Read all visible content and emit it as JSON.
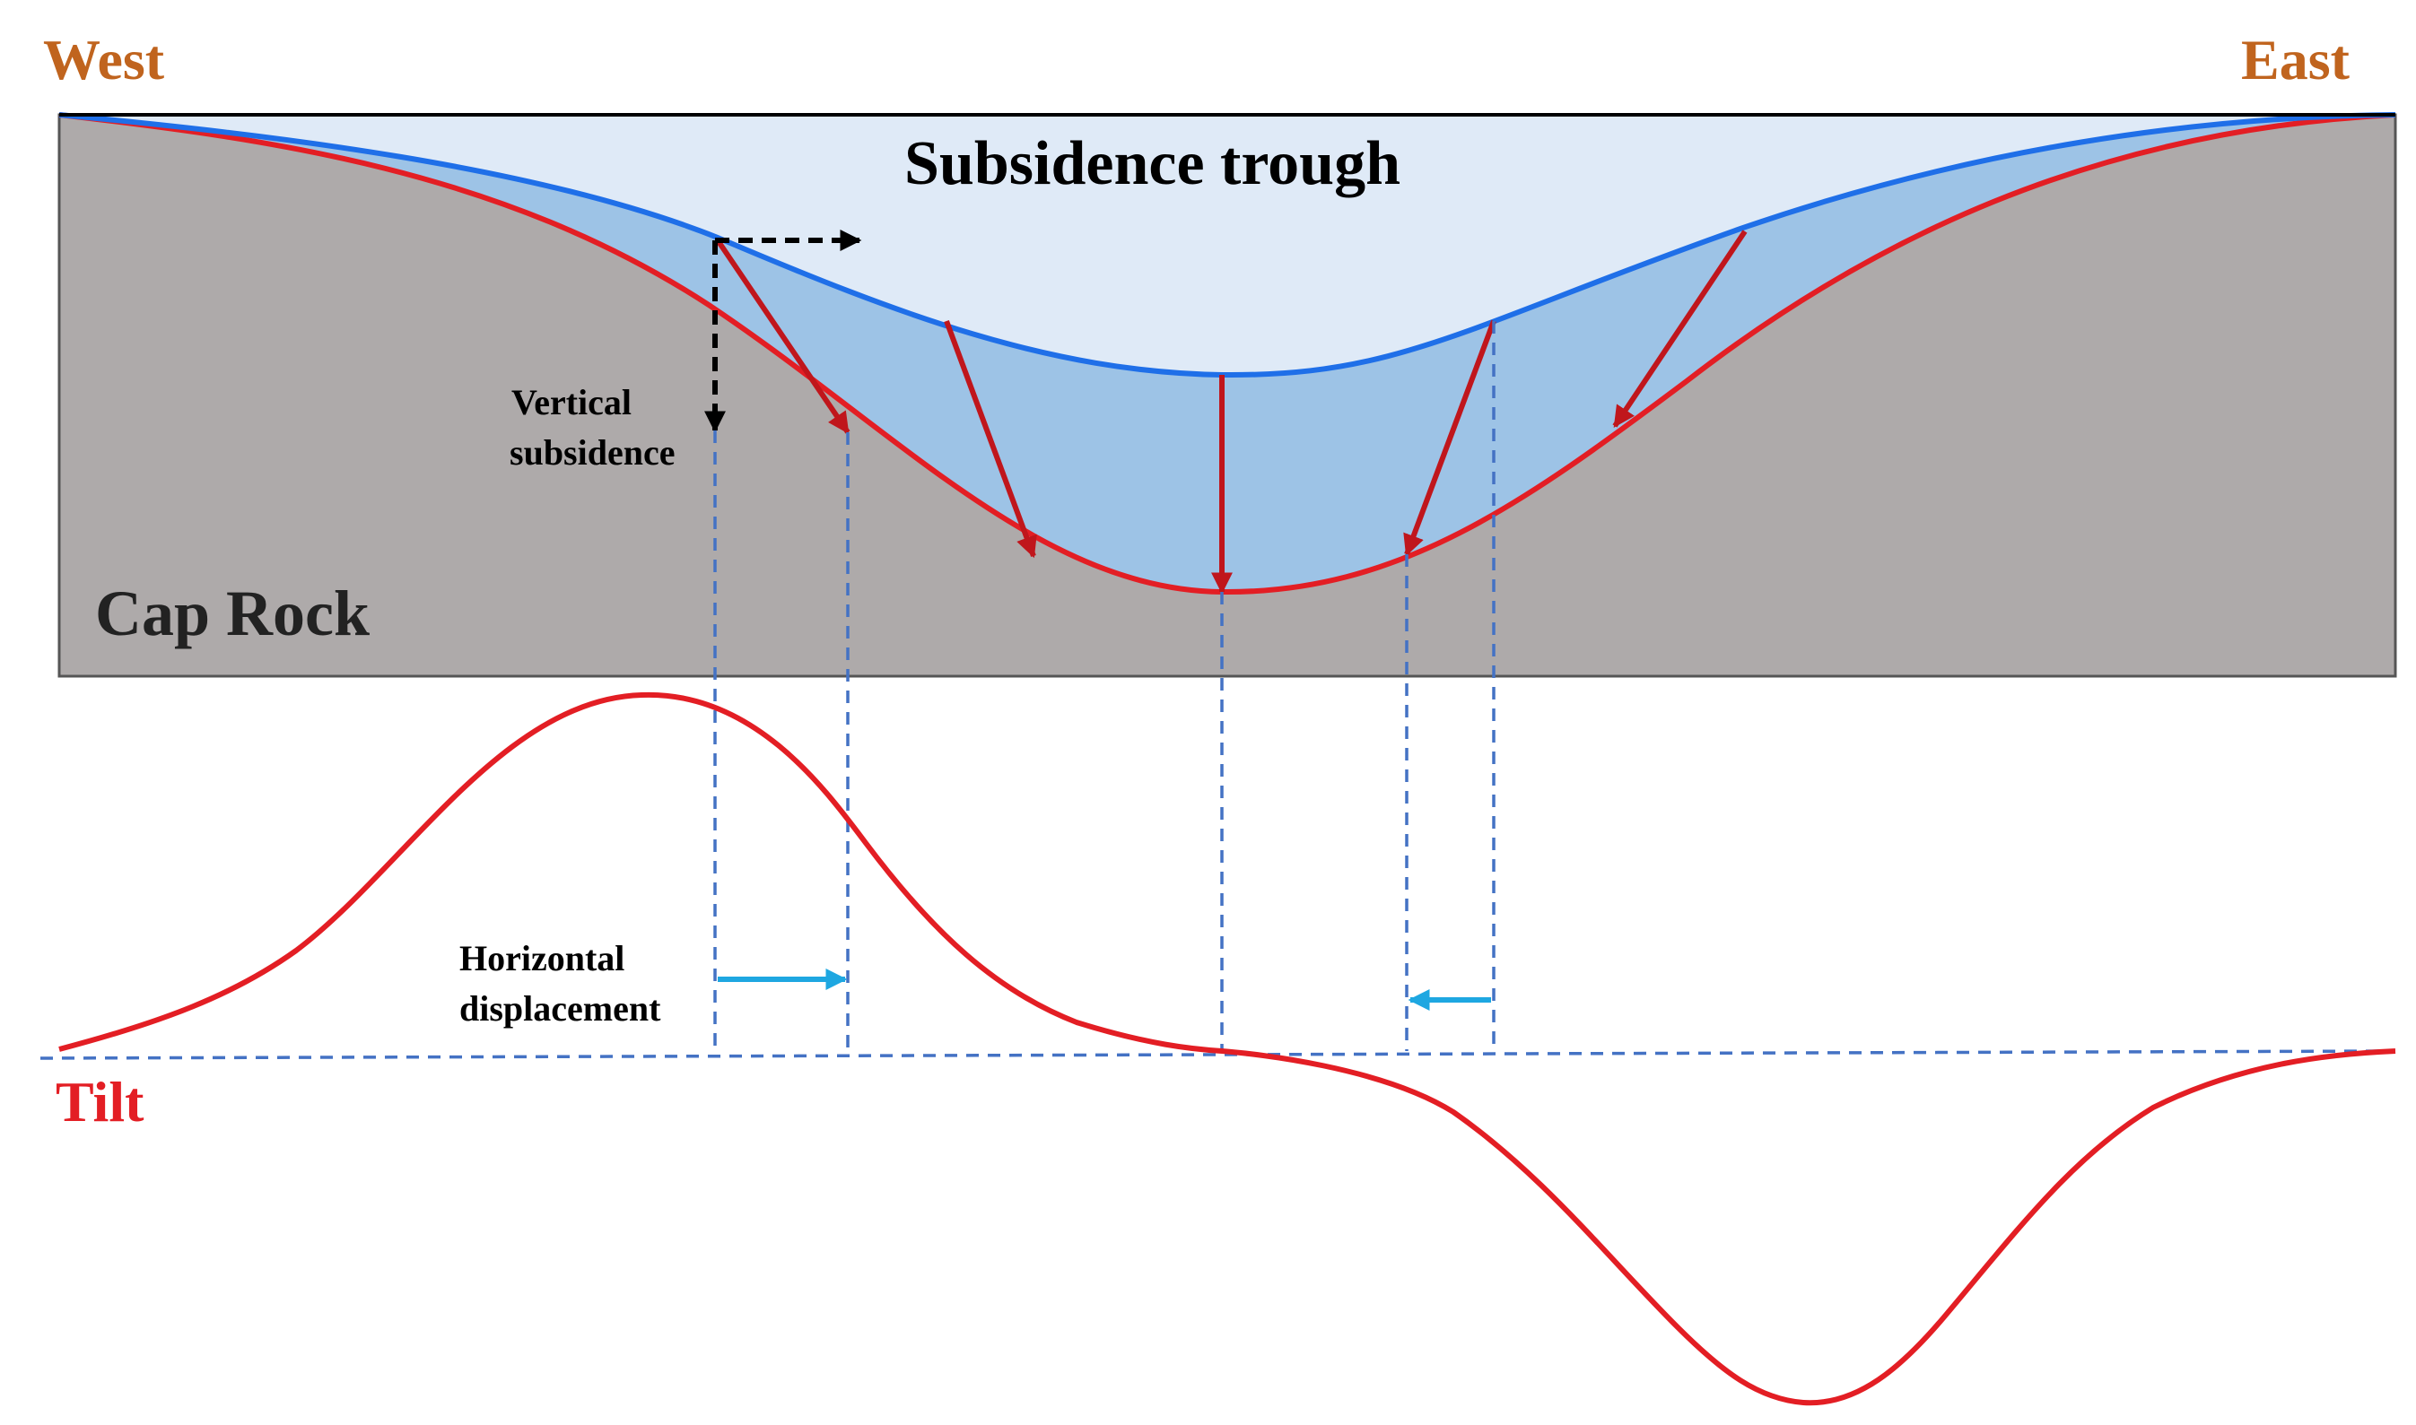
{
  "labels": {
    "west": "West",
    "east": "East",
    "title": "Subsidence trough",
    "cap_rock": "Cap Rock",
    "vertical_line1": "Vertical",
    "vertical_line2": "subsidence",
    "horizontal_line1": "Horizontal",
    "horizontal_line2": "displacement",
    "tilt": "Tilt"
  },
  "colors": {
    "direction_text": "#c0641e",
    "cap_rock": "#aeaaaa",
    "trough_outer": "#9dc3e6",
    "trough_inner": "#dfeaf7",
    "surface_line": "#1f6fe8",
    "subsided_line": "#e31e24",
    "arrow_red": "#c0161c",
    "dashed_guide": "#4472c4",
    "horizontal_arrow": "#1ea7e1",
    "tilt_text": "#e31e24",
    "black": "#000000"
  }
}
